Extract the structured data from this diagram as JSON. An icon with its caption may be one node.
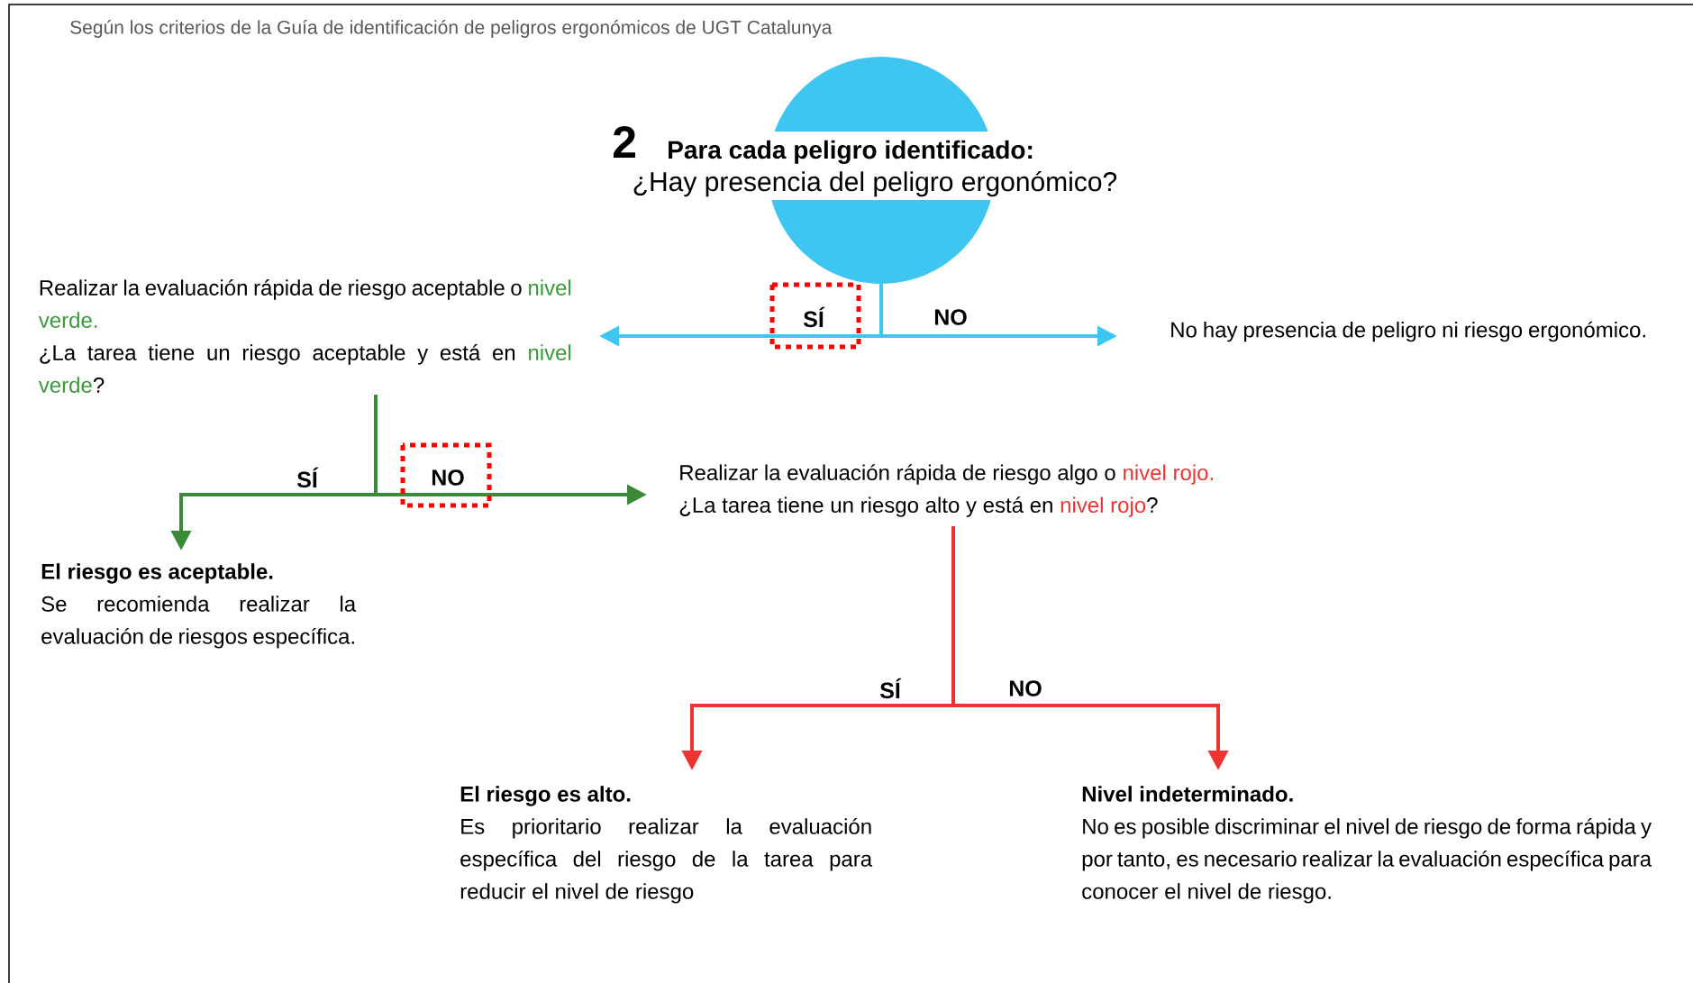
{
  "diagram": {
    "title": "Según los criterios de la Guía de identificación de peligros ergonómicos de UGT Catalunya",
    "nodes": [
      {
        "text": [
          "2",
          "Para cada peligro identificado:",
          "¿Hay presencia del peligro ergonómico?"
        ]
      },
      {
        "text": [
          "Realizar la evaluación rápida de riesgo aceptable o",
          "nivel verde.",
          "¿La tarea tiene un riesgo aceptable y está en",
          "nivel verde",
          "?"
        ]
      },
      {
        "text": [
          "No hay presencia de peligro ni riesgo ergonómico."
        ]
      },
      {
        "text": [
          "El riesgo es aceptable.",
          "Se recomienda realizar la evaluación de riesgos específica."
        ]
      },
      {
        "text": [
          "Realizar la evaluación rápida de riesgo algo o",
          "nivel rojo.",
          "¿La tarea tiene un riesgo alto y está en",
          "nivel rojo",
          "?"
        ]
      },
      {
        "text": [
          "El riesgo es alto.",
          "Es prioritario realizar la evaluación específica del riesgo de la tarea para reducir el nivel de riesgo"
        ]
      },
      {
        "text": [
          "Nivel indeterminado.",
          "No es posible discriminar el nivel de riesgo de forma rápida y por tanto, es necesario realizar la evaluación específica para conocer el nivel de riesgo."
        ]
      }
    ],
    "edges": [
      {
        "from": 0,
        "to": 1,
        "arrow": "to",
        "label": "SÍ",
        "color": "#3ec6f0"
      },
      {
        "from": 0,
        "to": 2,
        "arrow": "to",
        "label": "NO",
        "color": "#3ec6f0"
      },
      {
        "from": 1,
        "to": 3,
        "arrow": "to",
        "label": "SÍ",
        "color": "#3a8a3a"
      },
      {
        "from": 1,
        "to": 4,
        "arrow": "to",
        "label": "NO",
        "color": "#3a8a3a"
      },
      {
        "from": 4,
        "to": 5,
        "arrow": "to",
        "label": "SÍ",
        "color": "#ee3333"
      },
      {
        "from": 4,
        "to": 6,
        "arrow": "to",
        "label": "NO",
        "color": "#ee3333"
      }
    ]
  }
}
